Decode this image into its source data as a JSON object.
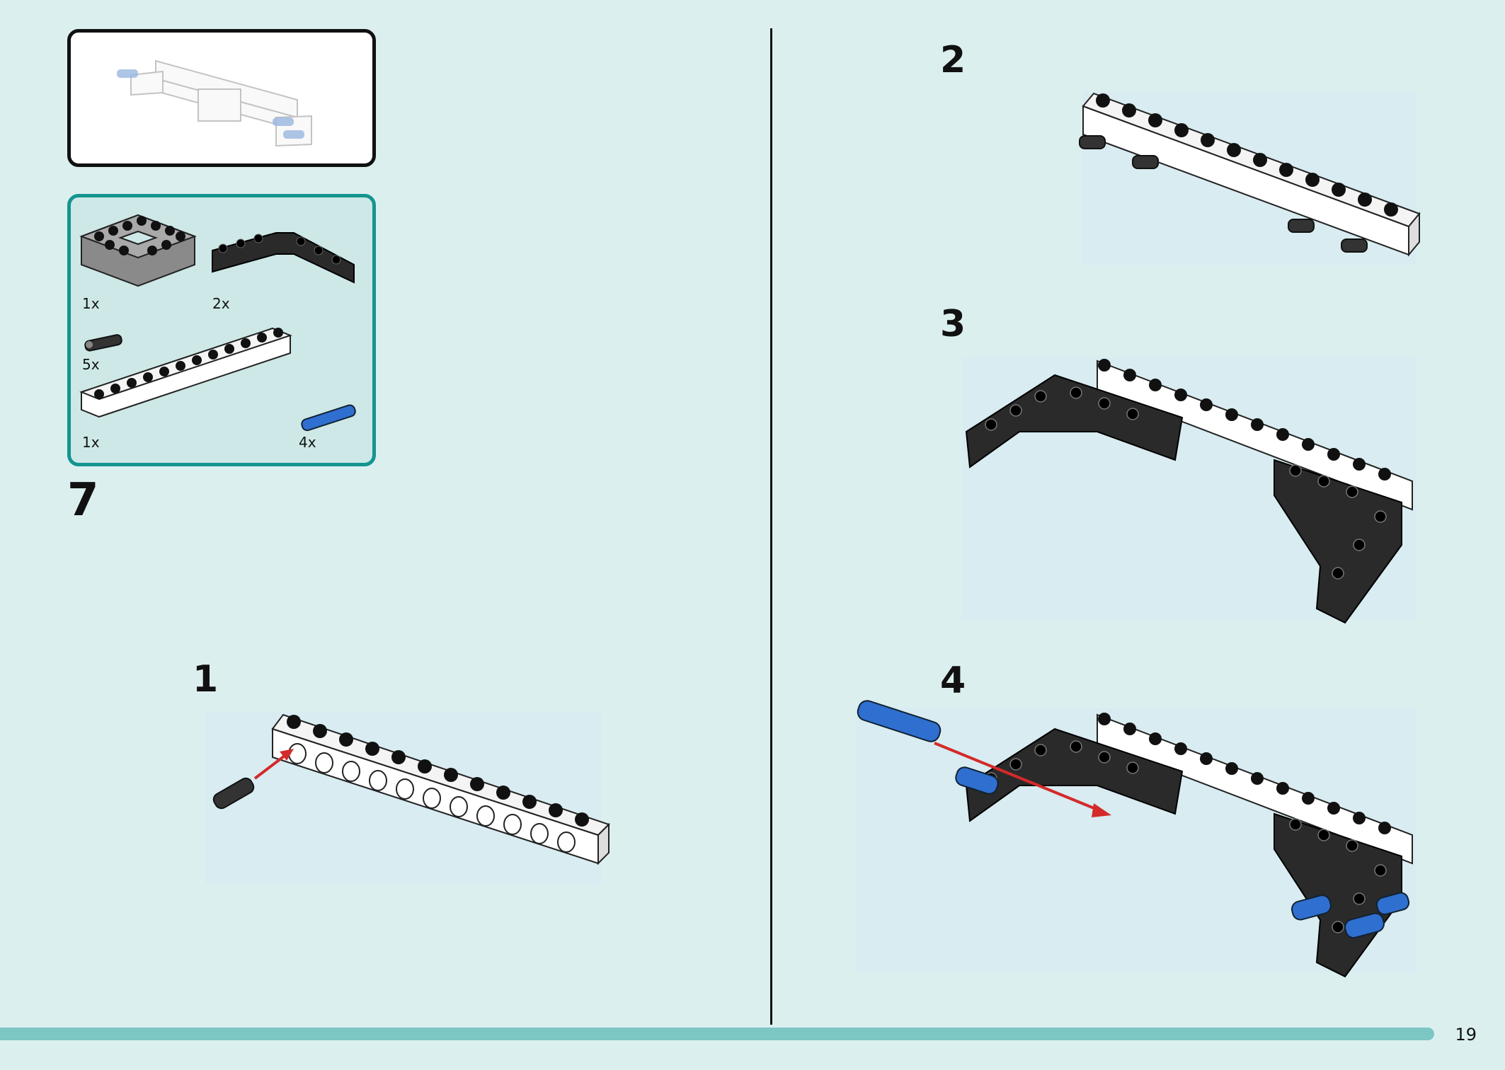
{
  "page": {
    "number": "19",
    "main_step": "7"
  },
  "parts": [
    {
      "name": "open frame",
      "qty": "1x"
    },
    {
      "name": "angled beam",
      "qty": "2x"
    },
    {
      "name": "axle pin",
      "qty": "5x"
    },
    {
      "name": "straight beam",
      "qty": "1x"
    },
    {
      "name": "blue long pin",
      "qty": "4x"
    }
  ],
  "substeps": [
    "1",
    "2",
    "3",
    "4"
  ],
  "colors": {
    "background": "#dcefef",
    "accent": "#14958f",
    "footer": "#7cc6c4",
    "arrow": "#d42a2a",
    "pin_blue": "#2f6fd0"
  }
}
